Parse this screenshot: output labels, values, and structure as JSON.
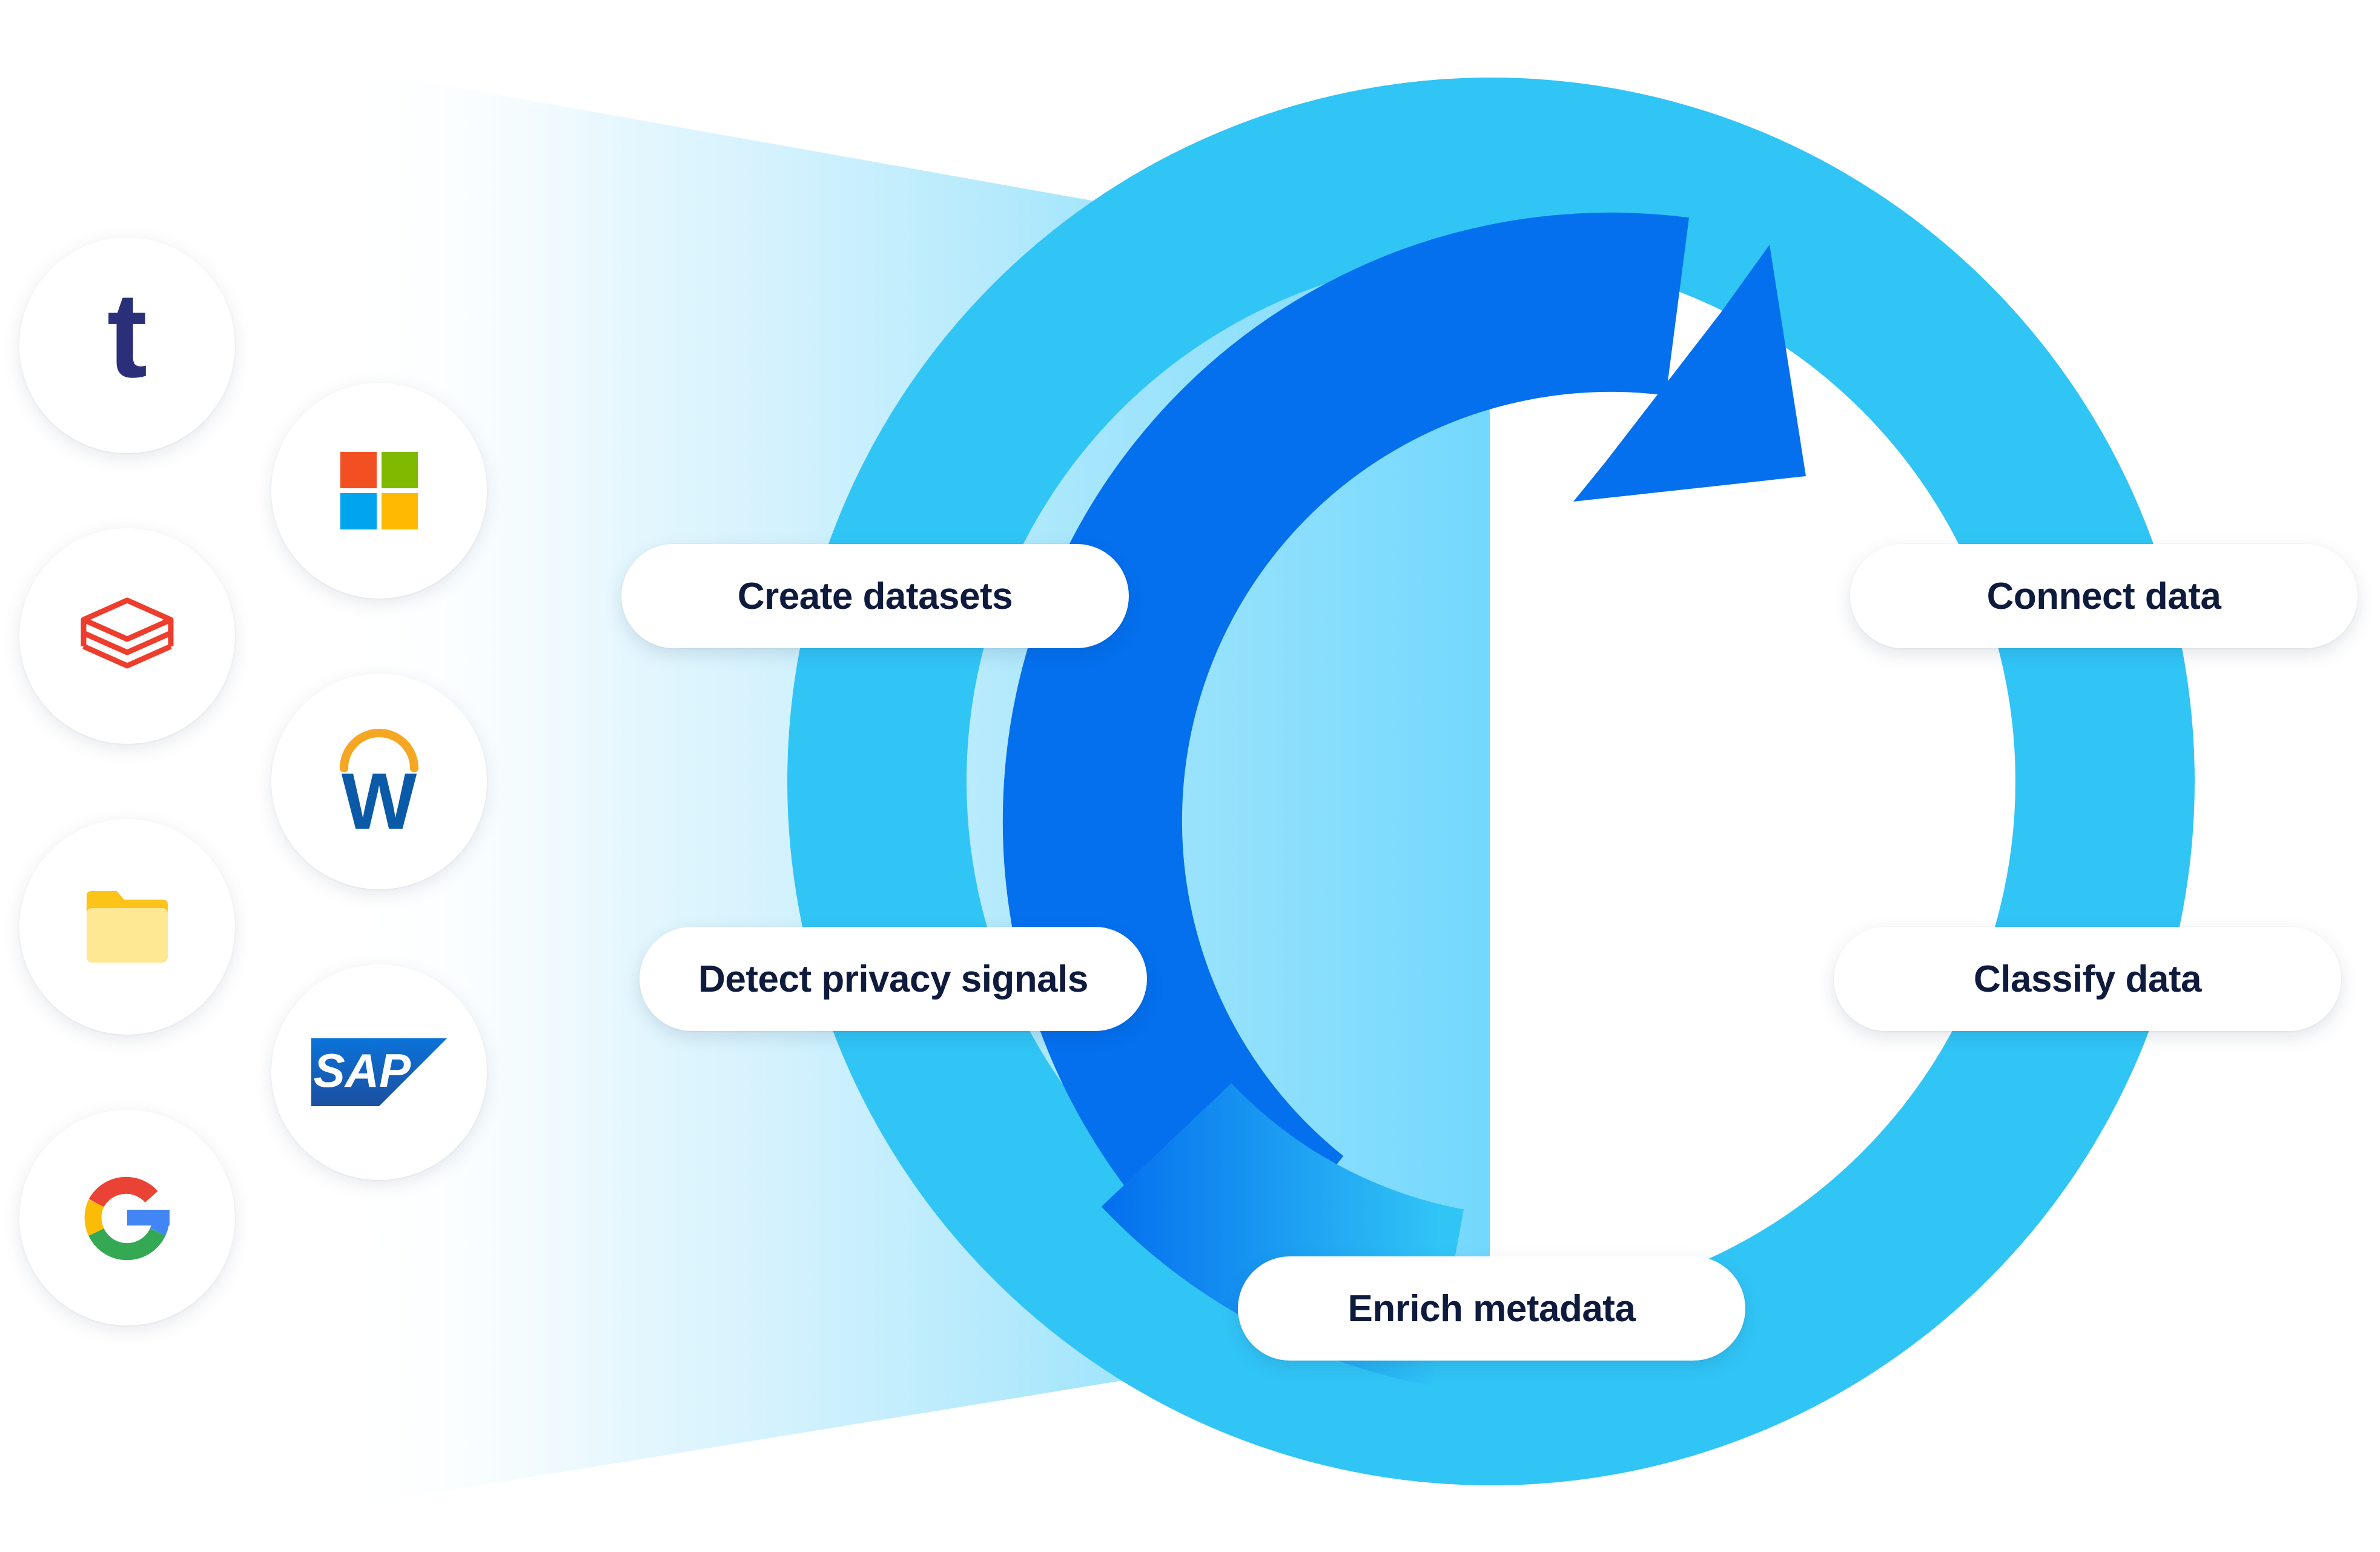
{
  "steps": {
    "create": "Create datasets",
    "connect": "Connect data",
    "detect": "Detect privacy signals",
    "classify": "Classify data",
    "enrich": "Enrich metadata"
  },
  "logos": [
    {
      "name": "tulip",
      "glyph": "t",
      "color": "#2b2f7a"
    },
    {
      "name": "microsoft",
      "colors": [
        "#f25022",
        "#7fba00",
        "#00a4ef",
        "#ffb900"
      ]
    },
    {
      "name": "databricks",
      "color": "#ee3d2c"
    },
    {
      "name": "workday",
      "glyph": "W",
      "colors": [
        "#f5a623",
        "#0a5aa8"
      ]
    },
    {
      "name": "folder",
      "colors": [
        "#fcc419",
        "#ffe894"
      ]
    },
    {
      "name": "sap",
      "glyph": "SAP",
      "colors": [
        "#0a73d9",
        "#1c4fa0"
      ]
    },
    {
      "name": "google",
      "colors": [
        "#4285f4",
        "#ea4335",
        "#fbbc05",
        "#34a853"
      ]
    }
  ],
  "colors": {
    "ring_dark": "#0470ee",
    "ring_light": "#31c5f6",
    "beam": "#79dafd",
    "pill_text": "#0f1b3d"
  }
}
